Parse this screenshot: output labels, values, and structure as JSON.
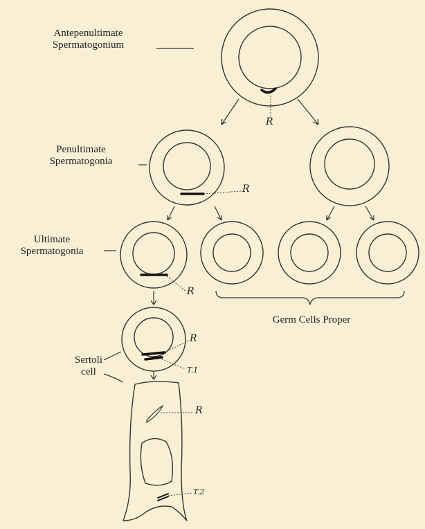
{
  "labels": {
    "antepenultimate": "Antepenultimate\nSpermatogonium",
    "penultimate": "Penultimate\nSpermatogonia",
    "ultimate": "Ultimate\nSpermatogonia",
    "sertoli": "Sertoli\ncell",
    "germ_cells": "Germ Cells Proper"
  },
  "markers": {
    "r": "R",
    "t1": "T.1",
    "t2": "T.2"
  }
}
